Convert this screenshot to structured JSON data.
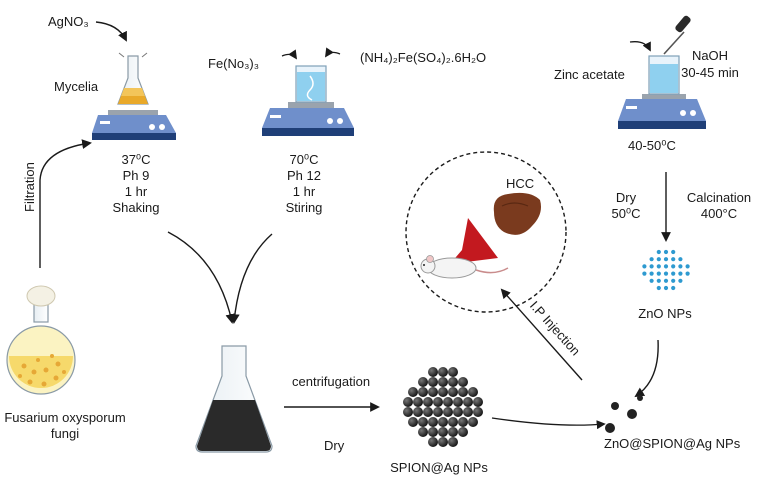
{
  "labels": {
    "agno3": "AgNO₃",
    "mycelia": "Mycelia",
    "fe_no3": "Fe(No₃)₃",
    "mohr_salt": "(NH₄)₂Fe(SO₄)₂.6H₂O",
    "zinc_acetate": "Zinc acetate",
    "naoh": "NaOH",
    "naoh_time": "30-45 min",
    "zinc_temp": "40-50⁰C",
    "filtration": "Filtration",
    "fungi_line1": "Fusarium oxysporum",
    "fungi_line2": "fungi",
    "centrifugation": "centrifugation",
    "dry_center": "Dry",
    "spion_label": "SPION@Ag NPs",
    "hcc": "HCC",
    "ip_injection": "I.P Injection",
    "dry_right": "Dry",
    "dry_temp": "50⁰C",
    "calcination": "Calcination",
    "calc_temp": "400°C",
    "zno_label": "ZnO NPs",
    "final_label": "ZnO@SPION@Ag NPs"
  },
  "conditions_left": [
    "37⁰C",
    "Ph 9",
    "1 hr",
    "Shaking"
  ],
  "conditions_middle": [
    "70⁰C",
    "Ph 12",
    "1 hr",
    "Stiring"
  ],
  "colors": {
    "stirrer_top": "#5b7fbf",
    "stirrer_base": "#1f3f78",
    "liver": "#7a3a1e",
    "red_arrow": "#c3191f",
    "nps": "#222222",
    "zno_dots": "#2e9ad0"
  }
}
